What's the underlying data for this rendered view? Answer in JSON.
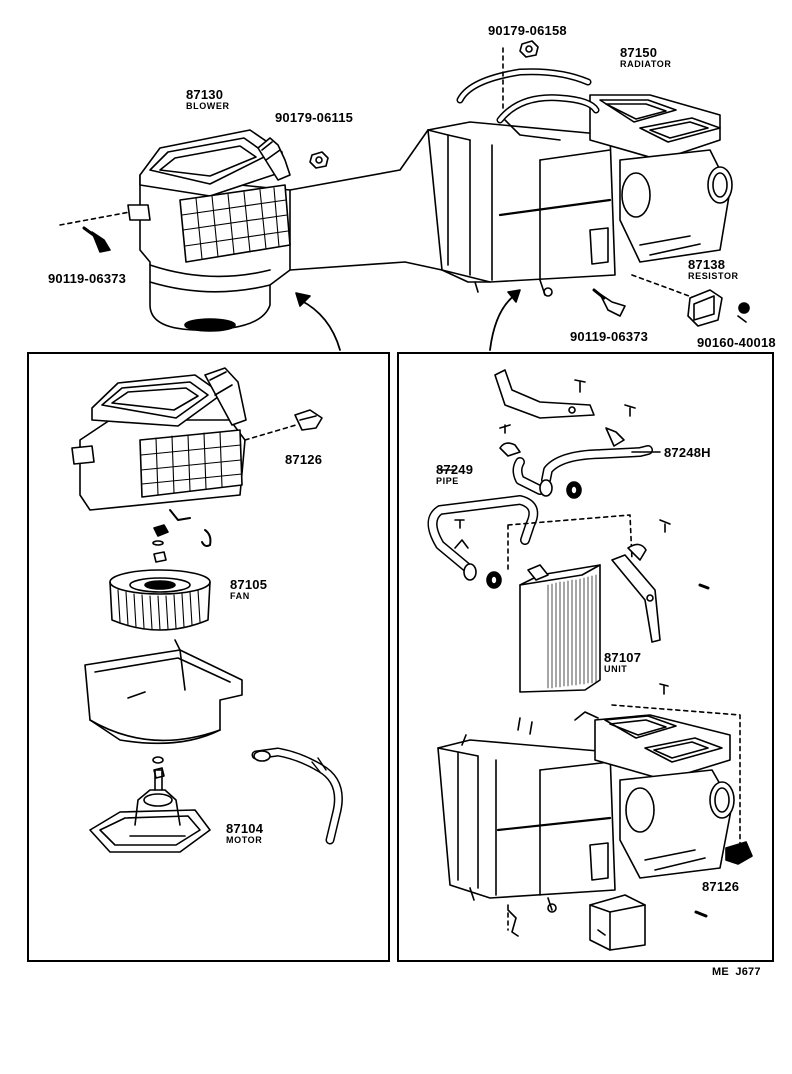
{
  "parts": {
    "p87130": {
      "number": "87130",
      "name": "BLOWER"
    },
    "p90179_06115": {
      "number": "90179-06115"
    },
    "p90119_06373_left": {
      "number": "90119-06373"
    },
    "p90179_06158": {
      "number": "90179-06158"
    },
    "p87150": {
      "number": "87150",
      "name": "RADIATOR"
    },
    "p87138": {
      "number": "87138",
      "name": "RESISTOR"
    },
    "p90119_06373_right": {
      "number": "90119-06373"
    },
    "p90160_40018": {
      "number": "90160-40018"
    },
    "p87126_left": {
      "number": "87126"
    },
    "p87105": {
      "number": "87105",
      "name": "FAN"
    },
    "p87104": {
      "number": "87104",
      "name": "MOTOR"
    },
    "p87248H": {
      "number": "87248H"
    },
    "p87249": {
      "number": "87249",
      "name": "PIPE"
    },
    "p87107": {
      "number": "87107",
      "name": "UNIT"
    },
    "p87126_right": {
      "number": "87126"
    }
  },
  "footer": {
    "code": "ME  J677"
  }
}
